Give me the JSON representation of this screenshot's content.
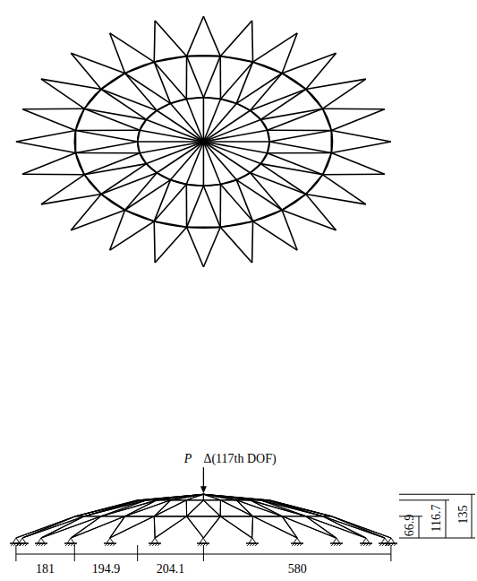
{
  "diagram": {
    "labels": [
      "P",
      "Δ(117th DOF)",
      "181",
      "194.9",
      "204.1",
      "580",
      "66.9",
      "116.7",
      "135"
    ]
  }
}
